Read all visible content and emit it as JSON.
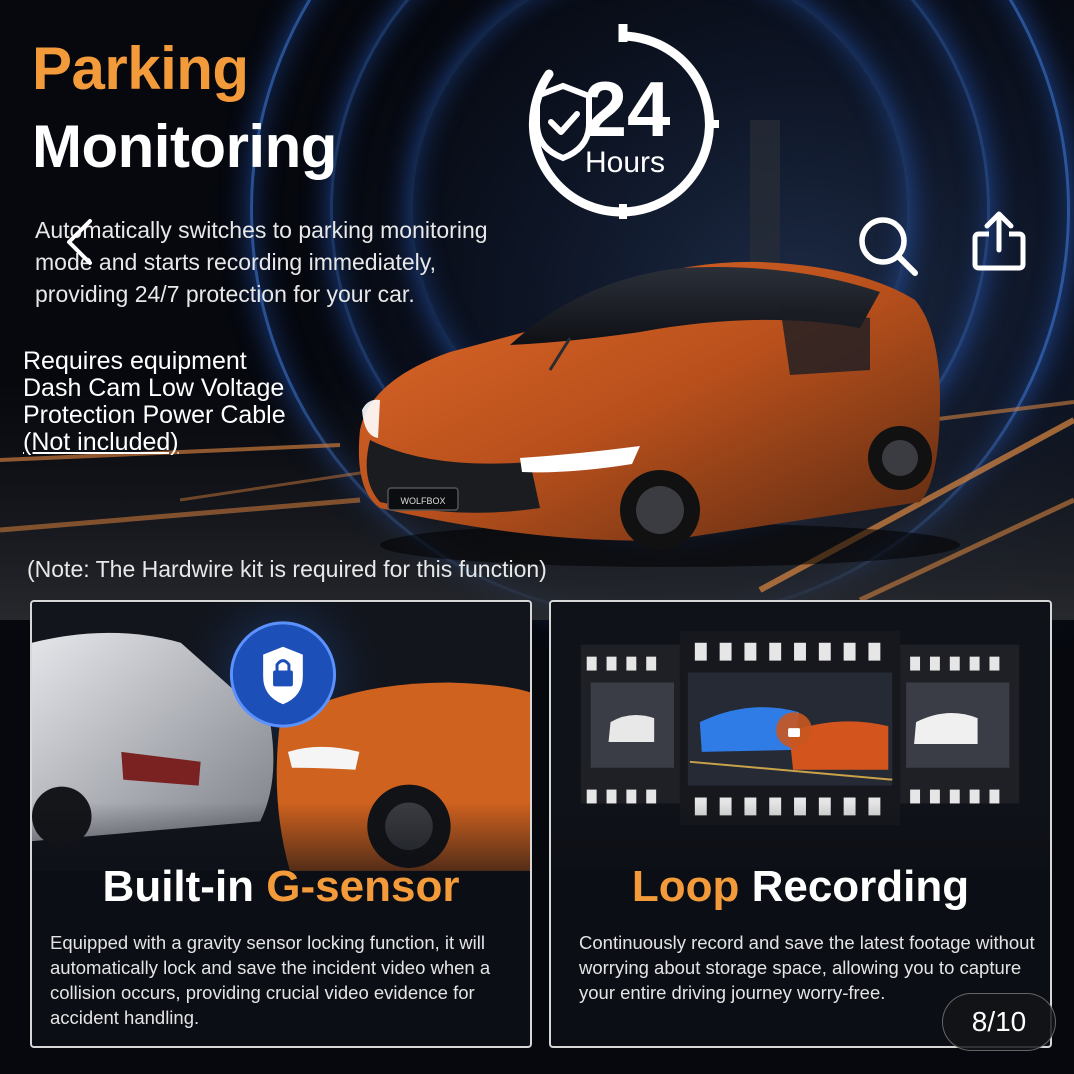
{
  "headline": {
    "line1": "Parking",
    "line2": "Monitoring"
  },
  "description": "Automatically switches to parking monitoring mode and starts recording immediately, providing 24/7 protection for your car.",
  "requirement": {
    "lines": [
      "Requires equipment",
      "Dash Cam Low Voltage",
      "Protection Power Cable"
    ],
    "not_included": "(Not included)"
  },
  "badge": {
    "number": "24",
    "unit": "Hours"
  },
  "car": {
    "plate": "WOLFBOX"
  },
  "note": "(Note: The Hardwire kit is required for this function)",
  "panels": {
    "gsensor": {
      "title_white": "Built-in ",
      "title_orange": "G-sensor",
      "text": "Equipped with a gravity sensor locking function, it will automatically lock and save the incident video when a collision occurs, providing crucial video evidence for accident handling."
    },
    "loop": {
      "title_orange": "Loop",
      "title_white": " Recording",
      "text": "Continuously record and save the latest footage without worrying about storage space, allowing you to capture your entire driving journey worry-free."
    }
  },
  "gallery": {
    "counter": "8/10"
  },
  "icons": {
    "back": "chevron-left-icon",
    "search": "search-icon",
    "share": "share-icon",
    "shield": "shield-check-icon",
    "lock": "lock-icon"
  },
  "colors": {
    "accent_orange": "#f39a3a",
    "ring_blue": "#468cff",
    "car_orange": "#c8561c"
  }
}
